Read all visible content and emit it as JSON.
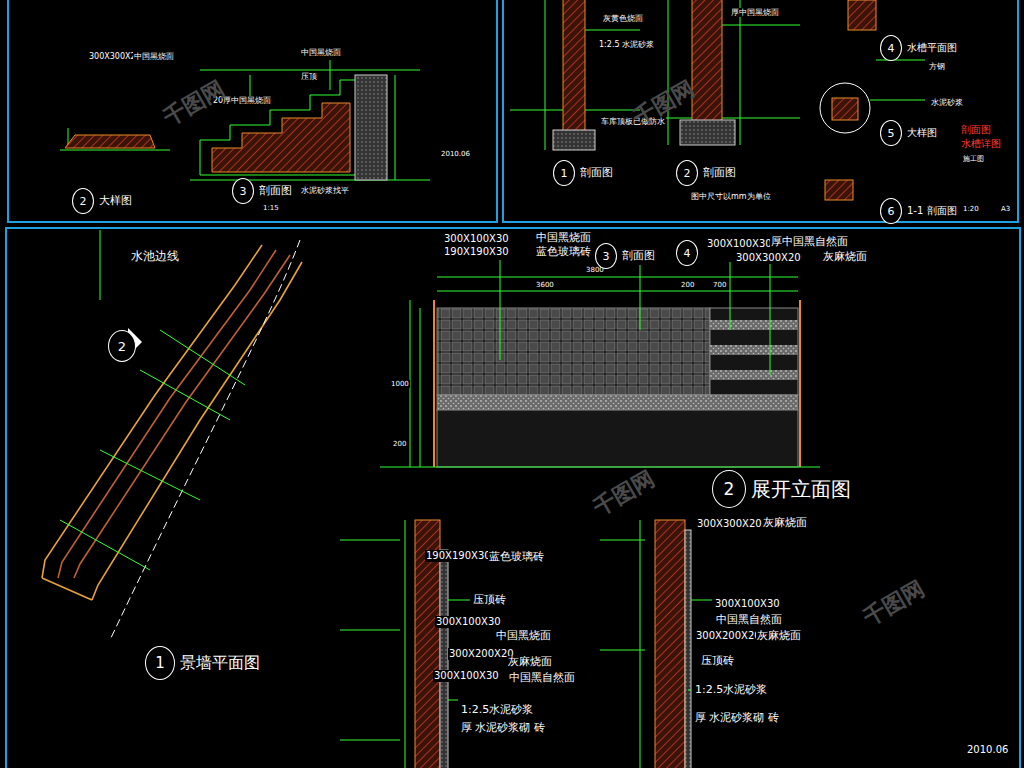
{
  "diagram": {
    "nodes": [
      {
        "text": [
          "2",
          "大样图"
        ]
      },
      {
        "text": [
          "3",
          "剖面图"
        ]
      },
      {
        "text": [
          "1",
          "剖面图"
        ]
      },
      {
        "text": [
          "2",
          "剖面图"
        ]
      },
      {
        "text": [
          "4",
          "水槽平面图"
        ]
      },
      {
        "text": [
          "5",
          "大样图"
        ]
      },
      {
        "text": [
          "6",
          "1-1 剖面图"
        ]
      },
      {
        "text": [
          "2"
        ]
      },
      {
        "text": [
          "3",
          "剖面图"
        ]
      },
      {
        "text": [
          "4"
        ]
      },
      {
        "text": [
          "2",
          "展开立面图"
        ]
      },
      {
        "text": [
          "1",
          "景墙平面图"
        ]
      }
    ],
    "labels": [
      "300X300X20",
      "中国黑烧面",
      "20厚中国黑烧面",
      "水泥砂浆找平",
      "中国黑烧面",
      "压顶",
      "1:15",
      "2010.06",
      "灰黄色烧面",
      "1:2.5 水泥砂浆",
      "厚中国黑烧面",
      "车库顶板已做防水",
      "图中尺寸以mm为单位",
      "方钢",
      "水泥砂浆",
      "剖面图",
      "水槽详图",
      "施工图",
      "1:20",
      "A3",
      "水池边线",
      "300X100X30",
      "中国黑烧面",
      "190X190X30",
      "蓝色玻璃砖",
      "300X100X30",
      "厚中国黑自然面",
      "300X300X20",
      "灰麻烧面",
      "3800",
      "3600",
      "200",
      "700",
      "1000",
      "200",
      "190X190X30",
      "蓝色玻璃砖",
      "压顶砖",
      "300X100X30",
      "中国黑烧面",
      "300X200X20",
      "灰麻烧面",
      "300X100X30",
      "中国黑自然面",
      "1:2.5水泥砂浆",
      "厚 水泥砂浆砌 砖",
      "300X300X20",
      "灰麻烧面",
      "300X100X30",
      "中国黑自然面",
      "300X200X20",
      "灰麻烧面",
      "压顶砖",
      "1:2.5水泥砂浆",
      "厚 水泥砂浆砌 砖",
      "2010.06",
      "千图网",
      "千图网",
      "千图网",
      "千图网"
    ]
  }
}
